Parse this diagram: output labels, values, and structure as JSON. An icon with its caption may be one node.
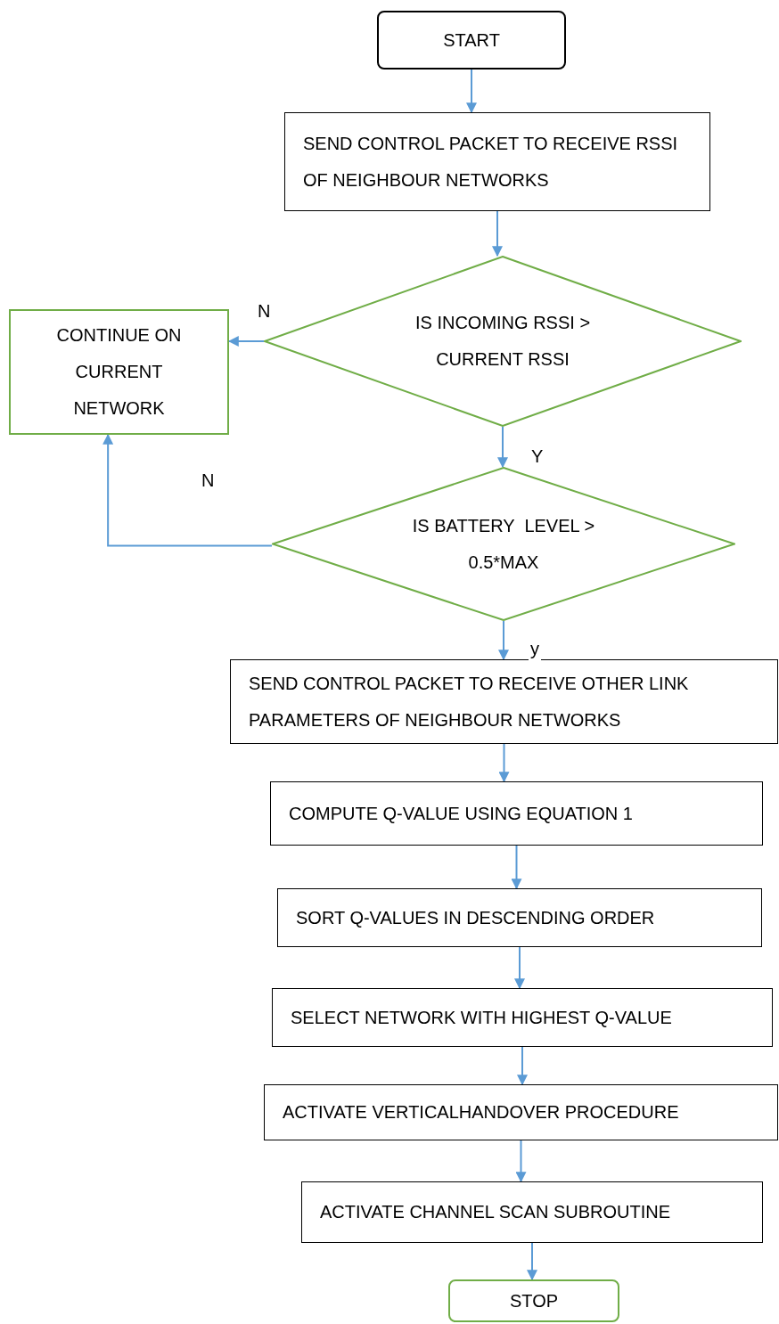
{
  "diagram": {
    "nodes": [
      {
        "text": [
          "START"
        ]
      },
      {
        "text": [
          "SEND CONTROL PACKET TO RECEIVE RSSI OF NEIGHBOUR NETWORKS"
        ]
      },
      {
        "text": [
          "IS INCOMING RSSI > CURRENT RSSI"
        ]
      },
      {
        "text": [
          "CONTINUE ON CURRENT NETWORK"
        ]
      },
      {
        "text": [
          "IS BATTERY  LEVEL > 0.5*MAX"
        ]
      },
      {
        "text": [
          "SEND CONTROL PACKET TO RECEIVE OTHER LINK PARAMETERS OF NEIGHBOUR NETWORKS"
        ]
      },
      {
        "text": [
          "COMPUTE Q-VALUE USING EQUATION 1"
        ]
      },
      {
        "text": [
          "SORT Q-VALUES IN DESCENDING ORDER"
        ]
      },
      {
        "text": [
          "SELECT NETWORK WITH HIGHEST Q-VALUE"
        ]
      },
      {
        "text": [
          "ACTIVATE VERTICALHANDOVER PROCEDURE"
        ]
      },
      {
        "text": [
          "ACTIVATE CHANNEL SCAN SUBROUTINE"
        ]
      },
      {
        "text": [
          "STOP"
        ]
      }
    ],
    "edges": [
      {
        "from": 0,
        "to": 1,
        "arrow": "to"
      },
      {
        "from": 1,
        "to": 2,
        "arrow": "to"
      },
      {
        "from": 2,
        "to": 3,
        "arrow": "to",
        "label": "N"
      },
      {
        "from": 2,
        "to": 4,
        "arrow": "to",
        "label": "Y"
      },
      {
        "from": 4,
        "to": 3,
        "arrow": "to",
        "label": "N"
      },
      {
        "from": 4,
        "to": 5,
        "arrow": "to",
        "label": "y"
      },
      {
        "from": 5,
        "to": 6,
        "arrow": "to"
      },
      {
        "from": 6,
        "to": 7,
        "arrow": "to"
      },
      {
        "from": 7,
        "to": 8,
        "arrow": "to"
      },
      {
        "from": 8,
        "to": 9,
        "arrow": "to"
      },
      {
        "from": 9,
        "to": 10,
        "arrow": "to"
      },
      {
        "from": 10,
        "to": 11,
        "arrow": "to"
      }
    ]
  }
}
